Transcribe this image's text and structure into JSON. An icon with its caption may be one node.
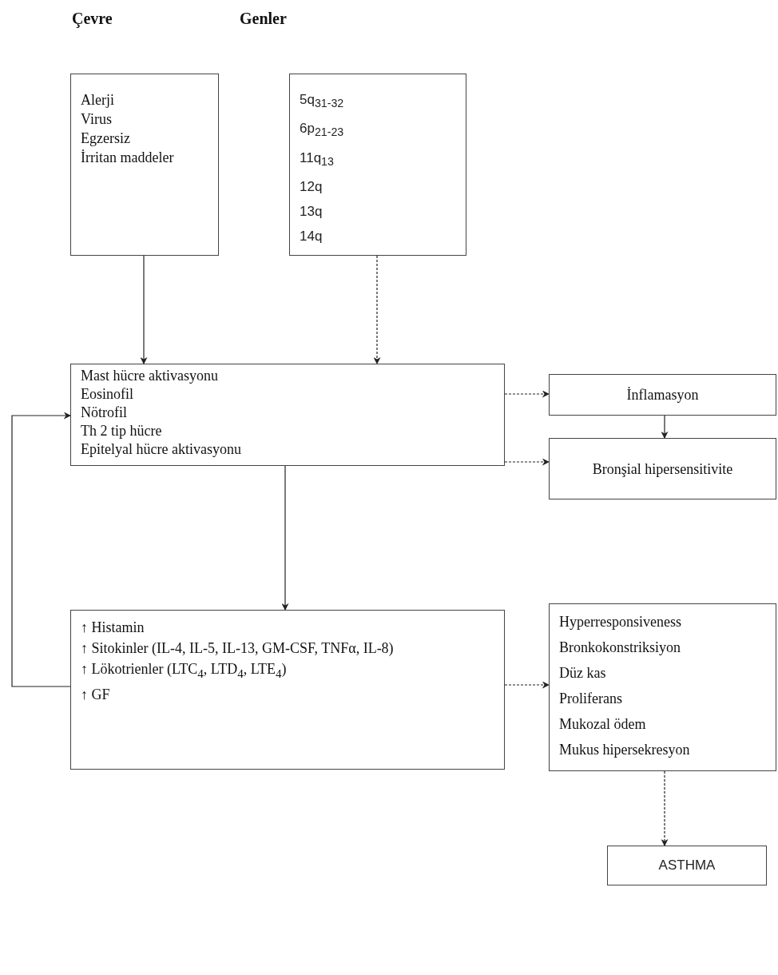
{
  "diagram": {
    "nodes": [
      {
        "text": [
          "Çevre",
          "Alerji",
          "Virus",
          "Egzersiz",
          "İrritan maddeler"
        ]
      },
      {
        "text": [
          "Genler",
          "5q$_{31-32}$",
          "6p$_{21-23}$",
          "11q$_{13}$",
          "12q",
          "13q",
          "14q"
        ]
      },
      {
        "text": [
          "Mast hücre aktivasyonu",
          "Eosinofil",
          "Nötrofil",
          "Th 2 tip hücre",
          "Epitelyal hücre aktivasyonu"
        ]
      },
      {
        "text": [
          "İnflamasyon"
        ]
      },
      {
        "text": [
          "Bronşial hipersensitivite"
        ]
      },
      {
        "text": [
          "↑ Histamin",
          "↑ Sitokinler (IL-4, IL-5, IL-13, GM-CSF, TNFα, IL-8)",
          "↑ Lökotrienler (LTC$_{4}$, LTD$_{4}$, LTE$_{4}$)",
          "↑ GF"
        ]
      },
      {
        "text": [
          "Hyperresponsiveness",
          "Bronkokonstriksiyon",
          "Düz kas",
          "Proliferans",
          "Mukozal ödem",
          "Mukus hipersekresyon"
        ]
      },
      {
        "text": [
          "ASTHMA"
        ]
      }
    ],
    "edges": [
      {
        "from": 0,
        "to": 2,
        "arrow": "to"
      },
      {
        "from": 1,
        "to": 2,
        "arrow": "to",
        "style": "dashed"
      },
      {
        "from": 2,
        "to": 3,
        "arrow": "to",
        "style": "dashed"
      },
      {
        "from": 2,
        "to": 4,
        "arrow": "to",
        "style": "dashed"
      },
      {
        "from": 3,
        "to": 4,
        "arrow": "to"
      },
      {
        "from": 2,
        "to": 5,
        "arrow": "to"
      },
      {
        "from": 5,
        "to": 2,
        "arrow": "to"
      },
      {
        "from": 5,
        "to": 6,
        "arrow": "to",
        "style": "dashed"
      },
      {
        "from": 6,
        "to": 7,
        "arrow": "to",
        "style": "dashed"
      }
    ]
  }
}
